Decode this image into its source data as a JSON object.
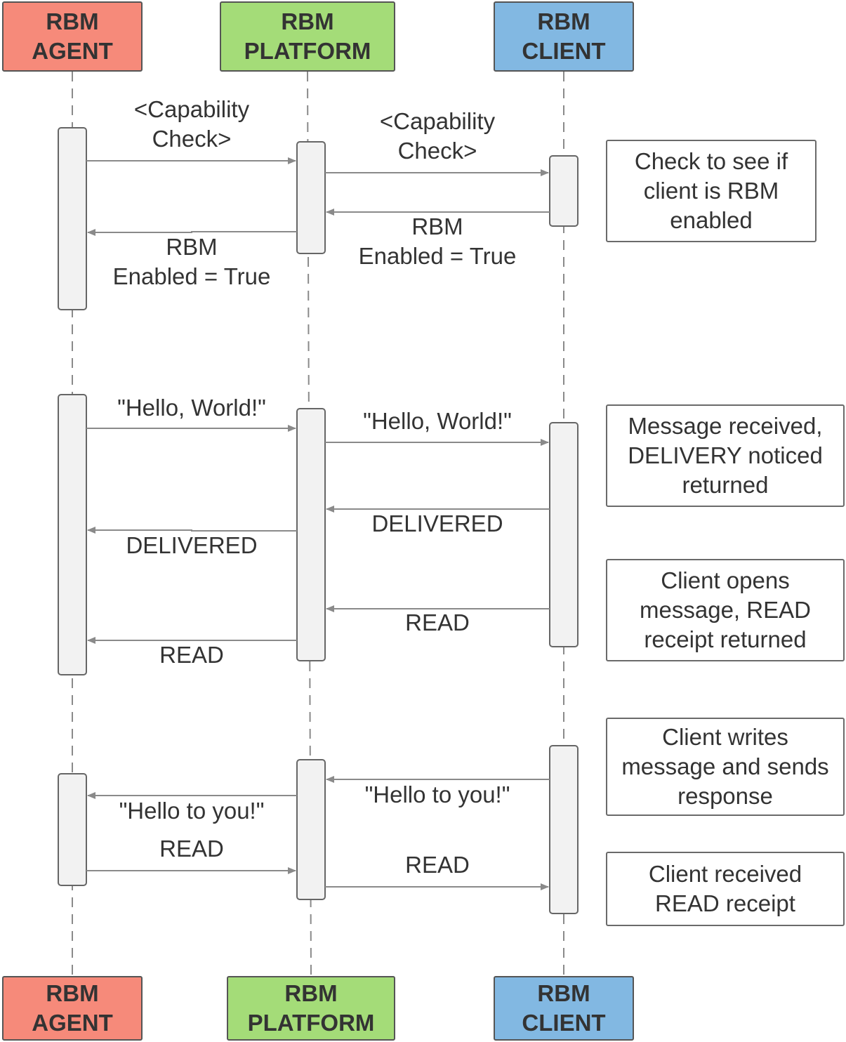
{
  "participants": {
    "agent": {
      "line1": "RBM",
      "line2": "AGENT",
      "color": "#f68a7a"
    },
    "platform": {
      "line1": "RBM",
      "line2": "PLATFORM",
      "color": "#a4dc78"
    },
    "client": {
      "line1": "RBM",
      "line2": "CLIENT",
      "color": "#82b8e2"
    }
  },
  "messages": {
    "cap_check_1": {
      "line1": "<Capability",
      "line2": "Check>"
    },
    "cap_check_2": {
      "line1": "<Capability",
      "line2": "Check>"
    },
    "rbm_enabled_1": {
      "line1": "RBM",
      "line2": "Enabled = True"
    },
    "rbm_enabled_2": {
      "line1": "RBM",
      "line2": "Enabled = True"
    },
    "hello_world_1": "\"Hello, World!\"",
    "hello_world_2": "\"Hello, World!\"",
    "delivered_1": "DELIVERED",
    "delivered_2": "DELIVERED",
    "read_1": "READ",
    "read_2": "READ",
    "hello_you_1": "\"Hello to you!\"",
    "hello_you_2": "\"Hello to you!\"",
    "read_3": "READ",
    "read_4": "READ"
  },
  "notes": {
    "check": [
      "Check to see if",
      "client is RBM",
      "enabled"
    ],
    "received": [
      "Message received,",
      "DELIVERY noticed",
      "returned"
    ],
    "opens": [
      "Client opens",
      "message, READ",
      "receipt returned"
    ],
    "writes": [
      "Client writes",
      "message and sends",
      "response"
    ],
    "receipt": [
      "Client received",
      "READ receipt"
    ]
  }
}
